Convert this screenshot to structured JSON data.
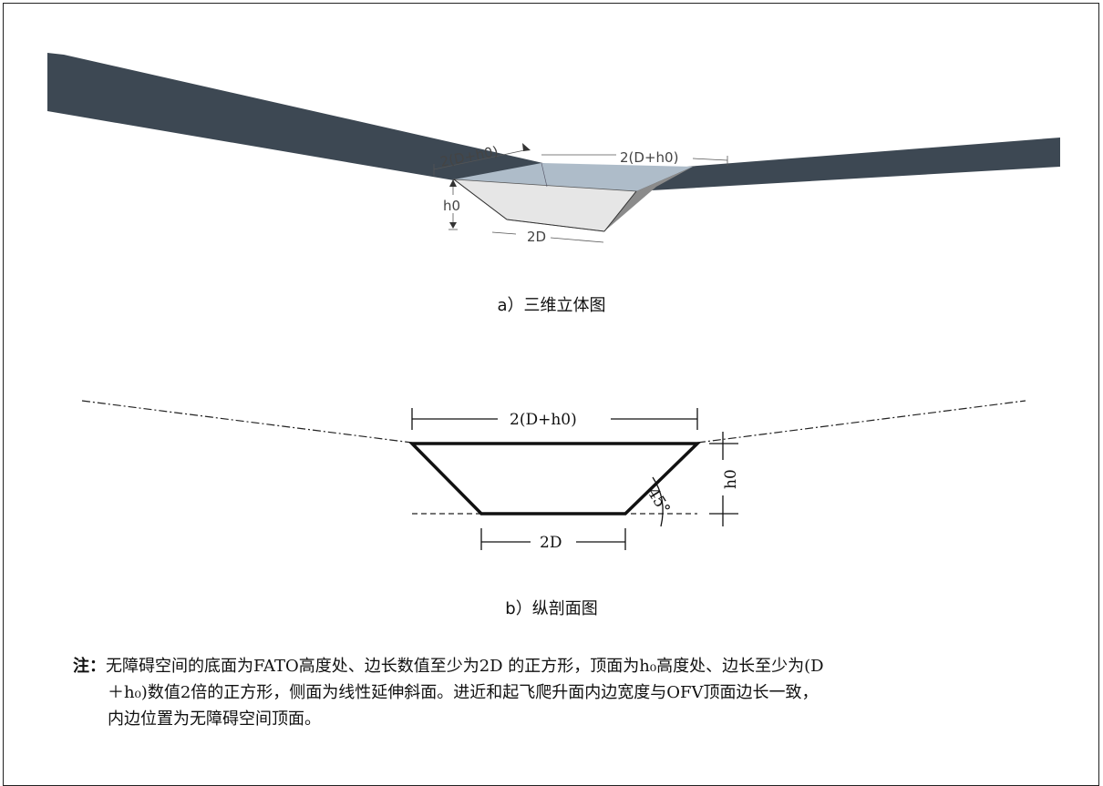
{
  "figure_3d": {
    "labels": {
      "top_edge_left": "2(D+h0)",
      "top_edge_right": "2(D+h0)",
      "height": "h0",
      "bottom_edge": "2D"
    },
    "caption": "a）三维立体图"
  },
  "figure_section": {
    "labels": {
      "top_width": "2(D+h0)",
      "height": "h0",
      "angle": "45°",
      "bottom_width": "2D"
    },
    "caption": "b）纵剖面图"
  },
  "note": {
    "label": "注：",
    "line1": "无障碍空间的底面为FATO高度处、边长数值至少为2D 的正方形，顶面为h₀高度处、边长至少为(D",
    "line2": "＋h₀)数值2倍的正方形，侧面为线性延伸斜面。进近和起飞爬升面内边宽度与OFV顶面边长一致，",
    "line3": "内边位置为无障碍空间顶面。"
  },
  "colors": {
    "ramp": "#3d4853",
    "top_face": "#aebcc9",
    "bottom_face": "#e4e4e4",
    "side_face": "#8b8b8b"
  }
}
